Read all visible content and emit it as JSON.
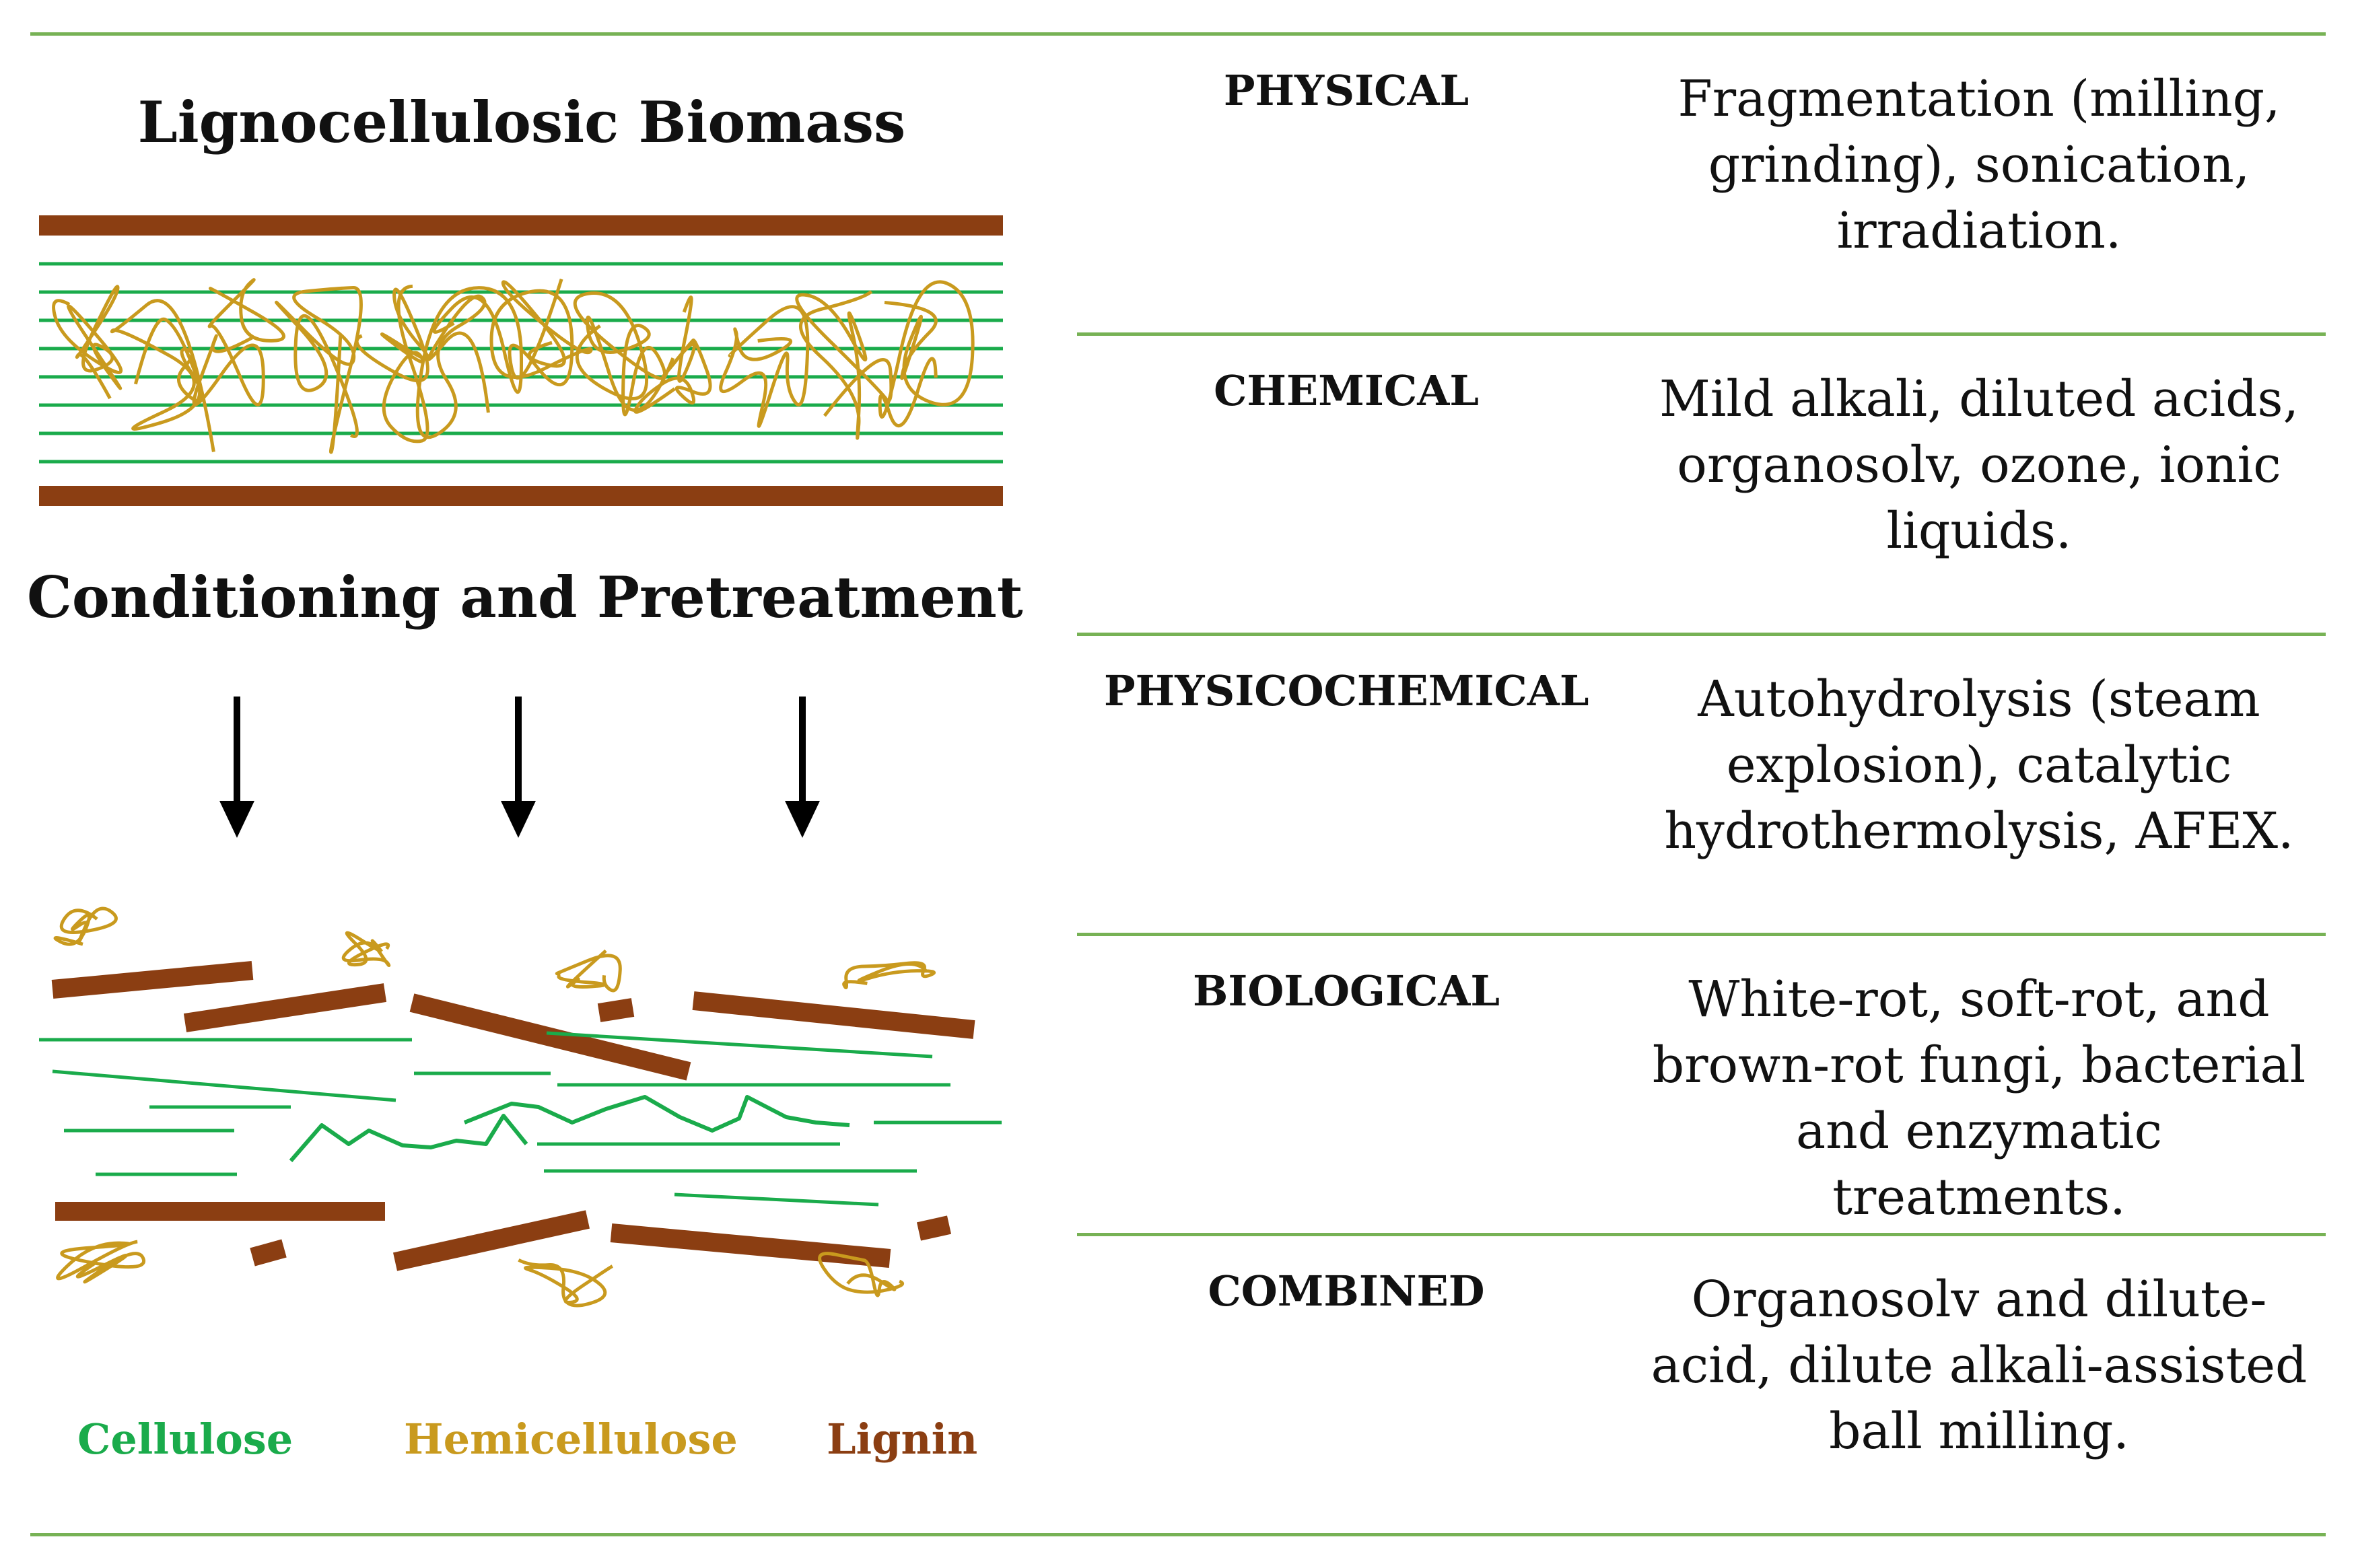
{
  "left": {
    "title": "Lignocellulosic Biomass",
    "process_label": "Conditioning and Pretreatment",
    "legend": [
      {
        "label": "Cellulose",
        "color": "#1aab4b"
      },
      {
        "label": "Hemicellulose",
        "color": "#c99a1e"
      },
      {
        "label": "Lignin",
        "color": "#8b3e12"
      }
    ]
  },
  "colors": {
    "cellulose": "#1aab4b",
    "hemicellulose": "#c99a1e",
    "lignin": "#8b3e12",
    "rule": "#77b255",
    "arrow": "#000000"
  },
  "table": {
    "rows": [
      {
        "type": "PHYSICAL",
        "description": "Fragmentation (milling, grinding), sonication, irradiation."
      },
      {
        "type": "CHEMICAL",
        "description": "Mild alkali, diluted acids, organosolv, ozone, ionic liquids."
      },
      {
        "type": "PHYSICOCHEMICAL",
        "description": "Autohydrolysis (steam explosion), catalytic hydrothermolysis, AFEX."
      },
      {
        "type": "BIOLOGICAL",
        "description": "White-rot, soft-rot, and brown-rot fungi, bacterial and enzymatic treatments."
      },
      {
        "type": "COMBINED",
        "description": "Organosolv and dilute-acid, dilute alkali-assisted ball milling."
      }
    ]
  }
}
